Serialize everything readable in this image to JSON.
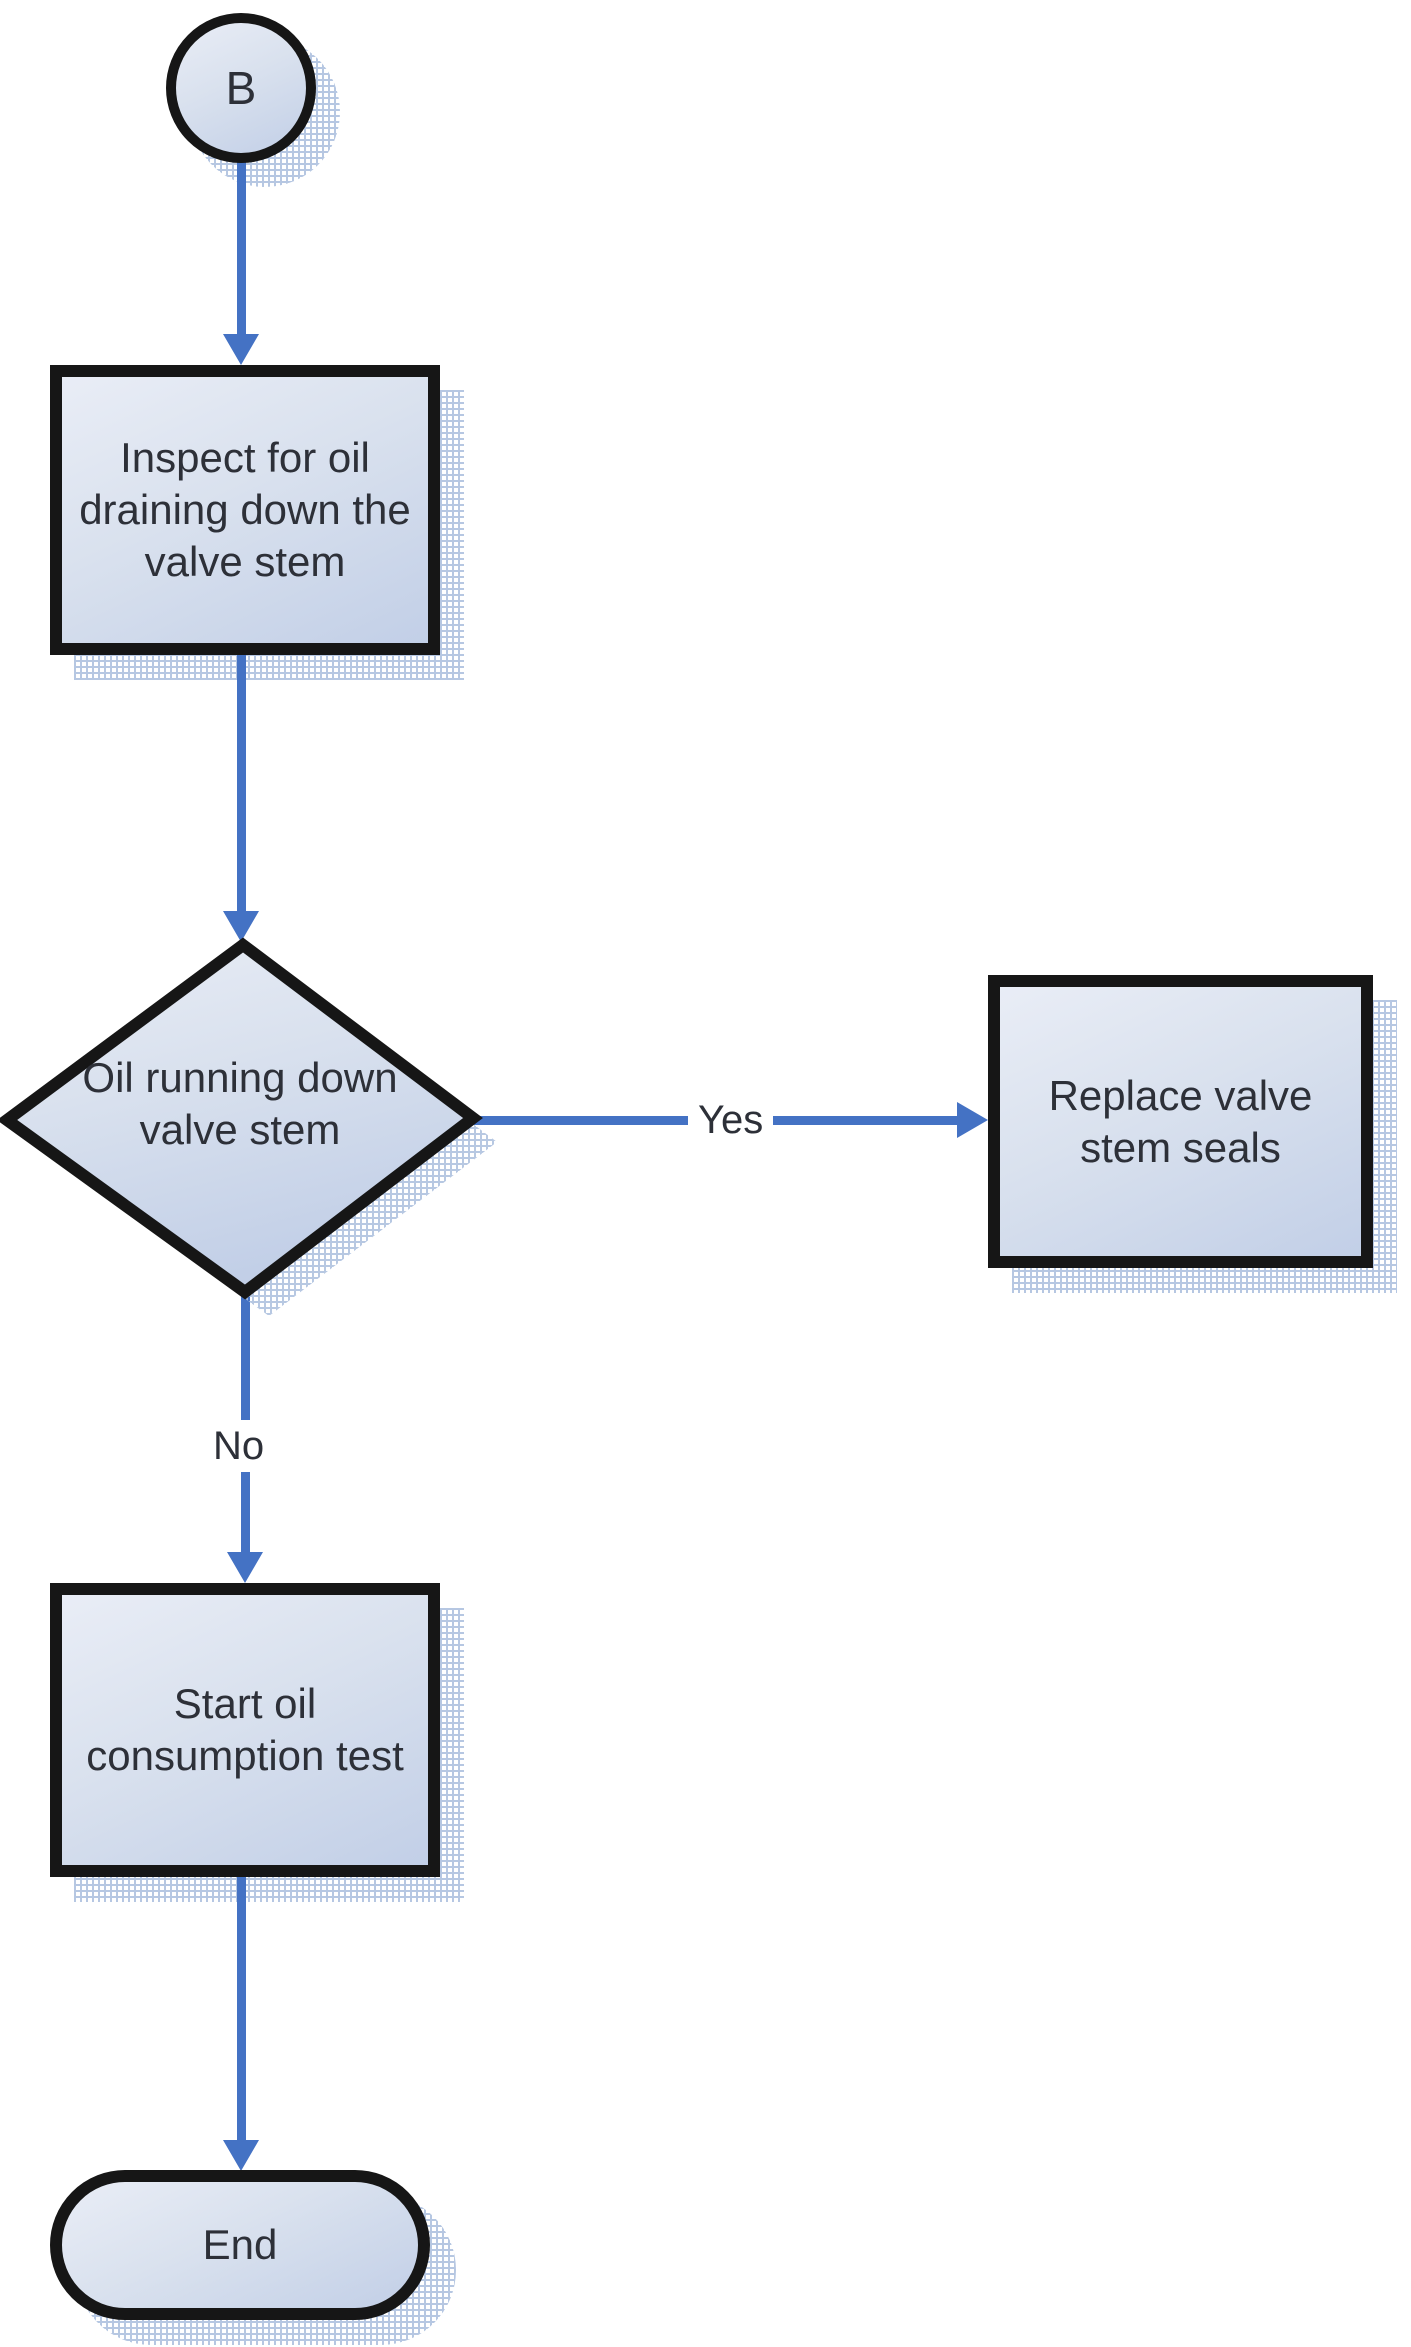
{
  "flowchart": {
    "type": "flowchart",
    "nodes": [
      {
        "id": "B",
        "shape": "off-page-connector-circle",
        "text": "B"
      },
      {
        "id": "inspect",
        "shape": "process-rectangle",
        "text": "Inspect for oil draining down the valve stem"
      },
      {
        "id": "decision",
        "shape": "decision-diamond",
        "text": "Oil running down valve stem"
      },
      {
        "id": "replace",
        "shape": "process-rectangle",
        "text": "Replace valve stem seals"
      },
      {
        "id": "oil-test",
        "shape": "process-rectangle",
        "text": "Start oil consumption test"
      },
      {
        "id": "end",
        "shape": "terminator-stadium",
        "text": "End"
      }
    ],
    "edges": [
      {
        "from": "B",
        "to": "inspect",
        "label": ""
      },
      {
        "from": "inspect",
        "to": "decision",
        "label": ""
      },
      {
        "from": "decision",
        "to": "replace",
        "label": "Yes"
      },
      {
        "from": "decision",
        "to": "oil-test",
        "label": "No"
      },
      {
        "from": "oil-test",
        "to": "end",
        "label": ""
      }
    ]
  },
  "colors": {
    "arrow": "#4472c4",
    "node-border": "#161616",
    "fill-top": "#e9edf6",
    "fill-mid": "#d9e1ee",
    "fill-bottom": "#c2cfe7",
    "text": "#2d3038",
    "hatch": "#aabedd",
    "page-bg": "#ffffff"
  }
}
